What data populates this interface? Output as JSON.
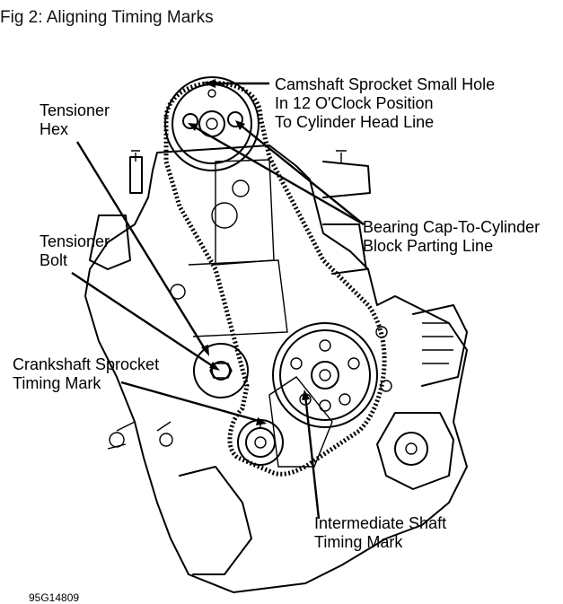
{
  "figure": {
    "caption": "Fig 2: Aligning Timing Marks",
    "figure_id": "95G14809"
  },
  "callouts": {
    "camshaft": [
      "Camshaft Sprocket Small Hole",
      "In 12 O'Clock Position",
      "To Cylinder Head Line"
    ],
    "tensioner_hex": [
      "Tensioner",
      "Hex"
    ],
    "tensioner_bolt": [
      "Tensioner",
      "Bolt"
    ],
    "bearing_cap": [
      "Bearing Cap-To-Cylinder",
      "Block Parting Line"
    ],
    "crankshaft": [
      "Crankshaft Sprocket",
      "Timing Mark"
    ],
    "intermediate": [
      "Intermediate Shaft",
      "Timing Mark"
    ]
  }
}
